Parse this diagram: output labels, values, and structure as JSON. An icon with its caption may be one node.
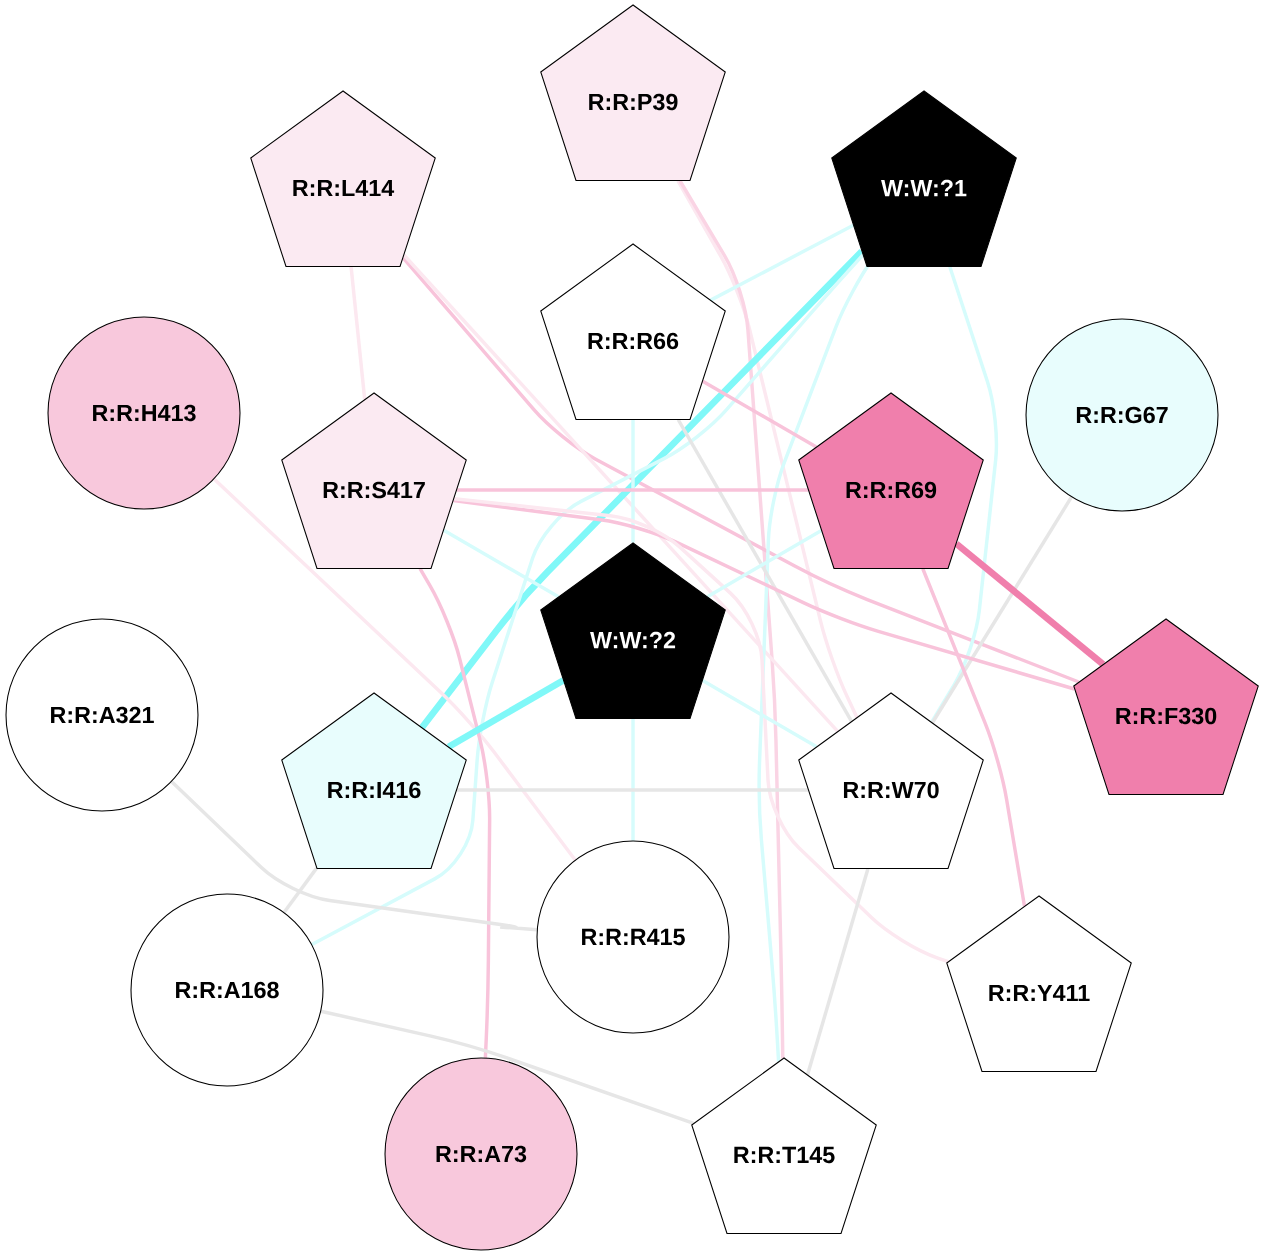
{
  "diagram": {
    "nodes": [
      {
        "text": [
          "R:R:P39"
        ]
      },
      {
        "text": [
          "R:R:L414"
        ]
      },
      {
        "text": [
          "W:W:?1"
        ]
      },
      {
        "text": [
          "R:R:R66"
        ]
      },
      {
        "text": [
          "R:R:H413"
        ]
      },
      {
        "text": [
          "R:R:G67"
        ]
      },
      {
        "text": [
          "R:R:S417"
        ]
      },
      {
        "text": [
          "R:R:R69"
        ]
      },
      {
        "text": [
          "W:W:?2"
        ]
      },
      {
        "text": [
          "R:R:F330"
        ]
      },
      {
        "text": [
          "R:R:A321"
        ]
      },
      {
        "text": [
          "R:R:I416"
        ]
      },
      {
        "text": [
          "R:R:W70"
        ]
      },
      {
        "text": [
          "R:R:R415"
        ]
      },
      {
        "text": [
          "R:R:A168"
        ]
      },
      {
        "text": [
          "R:R:Y411"
        ]
      },
      {
        "text": [
          "R:R:A73"
        ]
      },
      {
        "text": [
          "R:R:T145"
        ]
      }
    ],
    "edges": [
      {
        "from": 0,
        "to": 12,
        "arrow": "none",
        "color": "#fce8f0"
      },
      {
        "from": 0,
        "to": 17,
        "arrow": "none",
        "color": "#fad4e4"
      },
      {
        "from": 1,
        "to": 6,
        "arrow": "none",
        "color": "#fce8f0"
      },
      {
        "from": 1,
        "to": 9,
        "arrow": "none",
        "color": "#f8c3da"
      },
      {
        "from": 1,
        "to": 12,
        "arrow": "none",
        "color": "#fce8f0"
      },
      {
        "from": 2,
        "to": 3,
        "arrow": "none",
        "color": "#d6fcfc"
      },
      {
        "from": 2,
        "to": 11,
        "arrow": "none",
        "color": "#80f8f8",
        "style": "thick"
      },
      {
        "from": 2,
        "to": 14,
        "arrow": "none",
        "color": "#d6fcfc"
      },
      {
        "from": 2,
        "to": 17,
        "arrow": "none",
        "color": "#d6fcfc"
      },
      {
        "from": 2,
        "to": 12,
        "arrow": "none",
        "color": "#d6fcfc"
      },
      {
        "from": 3,
        "to": 8,
        "arrow": "none",
        "color": "#d6fcfc"
      },
      {
        "from": 3,
        "to": 7,
        "arrow": "none",
        "color": "#f8c3da"
      },
      {
        "from": 3,
        "to": 12,
        "arrow": "none"
      },
      {
        "from": 4,
        "to": 13,
        "arrow": "none",
        "color": "#fce8f0"
      },
      {
        "from": 5,
        "to": 12,
        "arrow": "none"
      },
      {
        "from": 6,
        "to": 7,
        "arrow": "none",
        "color": "#f8c3da"
      },
      {
        "from": 6,
        "to": 9,
        "arrow": "none",
        "color": "#f8c3da"
      },
      {
        "from": 6,
        "to": 15,
        "arrow": "none",
        "color": "#fce8f0"
      },
      {
        "from": 6,
        "to": 8,
        "arrow": "none",
        "color": "#d6fcfc"
      },
      {
        "from": 6,
        "to": 16,
        "arrow": "none",
        "color": "#f8c3da"
      },
      {
        "from": 7,
        "to": 9,
        "arrow": "none",
        "color": "#f07fac",
        "style": "thick"
      },
      {
        "from": 7,
        "to": 15,
        "arrow": "none",
        "color": "#f8c3da"
      },
      {
        "from": 7,
        "to": 8,
        "arrow": "none",
        "color": "#d6fcfc"
      },
      {
        "from": 8,
        "to": 11,
        "arrow": "none",
        "color": "#80f8f8",
        "style": "thick"
      },
      {
        "from": 8,
        "to": 13,
        "arrow": "none",
        "color": "#d6fcfc"
      },
      {
        "from": 8,
        "to": 12,
        "arrow": "none",
        "color": "#d6fcfc"
      },
      {
        "from": 10,
        "to": 13,
        "arrow": "none"
      },
      {
        "from": 11,
        "to": 12,
        "arrow": "none"
      },
      {
        "from": 11,
        "to": 14,
        "arrow": "none"
      },
      {
        "from": 14,
        "to": 17,
        "arrow": "none"
      },
      {
        "from": 12,
        "to": 17,
        "arrow": "none"
      }
    ]
  }
}
